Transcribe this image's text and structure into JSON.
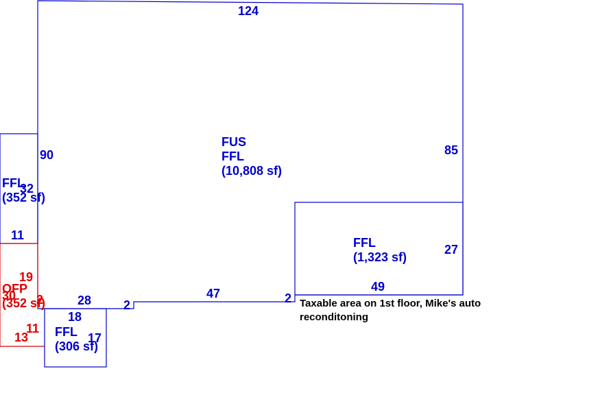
{
  "colors": {
    "blue": "#0000cc",
    "red": "#dd0000",
    "text": "#000000",
    "background": "#ffffff"
  },
  "main": {
    "label_type": "FUS",
    "label_code": "FFL",
    "label_area": "(10,808 sf)",
    "dim_top": "124",
    "dim_left": "90",
    "dim_right": "85",
    "dim_bottom_47": "47",
    "dim_step_2a": "2",
    "dim_step_2b": "2",
    "dim_bottom_28": "28"
  },
  "wing_right": {
    "label_code": "FFL",
    "label_area": "(1,323 sf)",
    "dim_right": "27",
    "dim_bottom": "49"
  },
  "wing_left_upper": {
    "label_code": "FFL",
    "label_area": "(352 sf)",
    "dim_side": "32",
    "dim_bottom": "11"
  },
  "porch": {
    "label_code": "OFP",
    "label_area": "(352 sf)",
    "dim_19": "19",
    "dim_30": "30",
    "dim_2": "2",
    "dim_11": "11",
    "dim_13": "13"
  },
  "wing_lower": {
    "label_code": "FFL",
    "label_area": "(306 sf)",
    "dim_top": "18",
    "dim_side": "17"
  },
  "annotation": {
    "line1": "Taxable area on 1st floor, Mike's auto",
    "line2": "reconditoning"
  }
}
